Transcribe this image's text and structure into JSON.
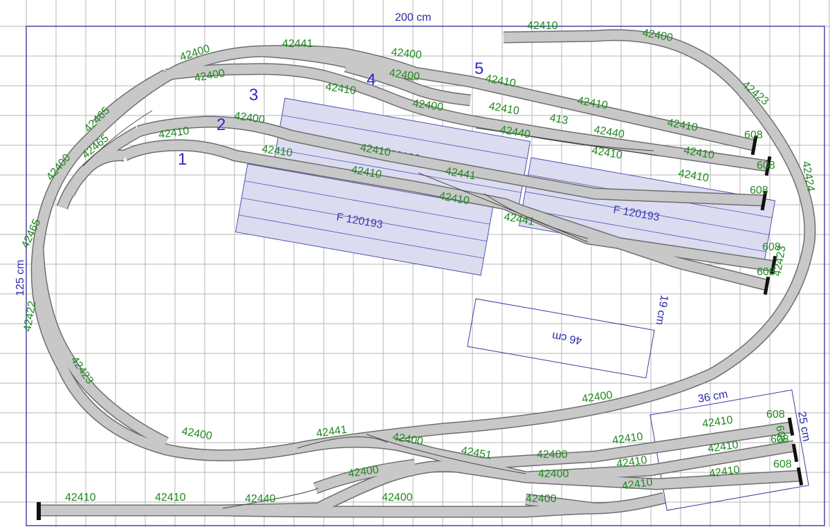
{
  "dimensions": {
    "width": "200 cm",
    "height": "125 cm",
    "box_a_len": "46 cm",
    "box_a_w": "19 cm",
    "box_b_len": "36 cm",
    "box_b_w": "25 cm"
  },
  "track_numbers": [
    "1",
    "2",
    "3",
    "4",
    "5"
  ],
  "platforms": {
    "lower": "F 120193",
    "upper": "F 120193",
    "right": "F 120193"
  },
  "colors": {
    "track_fill": "#c8c8c8",
    "track_edge": "#6e6e6e",
    "grid": "#b4b4b4",
    "frame": "#3a3aa0",
    "part_label": "#1f8a1f",
    "number_label": "#2a2acc",
    "platform_fill": "#dcdcf0",
    "platform_line": "#5050b4",
    "bumper": "#111111"
  },
  "part_labels": [
    "42410",
    "42400",
    "42441",
    "42400",
    "42400",
    "42423",
    "42465",
    "42400",
    "42465",
    "42400",
    "42465",
    "42422",
    "42423",
    "42400",
    "42410",
    "42410",
    "42400",
    "42410",
    "42400",
    "42410",
    "42410",
    "413",
    "42440",
    "42410",
    "42410",
    "42410",
    "42410",
    "42440",
    "42410",
    "42441",
    "42410",
    "42441",
    "42410",
    "42410",
    "608",
    "608",
    "608",
    "608",
    "608",
    "42424",
    "42423",
    "42400",
    "42441",
    "42400",
    "42400",
    "42451",
    "42400",
    "42400",
    "42400",
    "42410",
    "42410",
    "42410",
    "42410",
    "42410",
    "42410",
    "608",
    "608",
    "608",
    "608",
    "42410",
    "42410",
    "42440",
    "42400",
    "42400"
  ]
}
